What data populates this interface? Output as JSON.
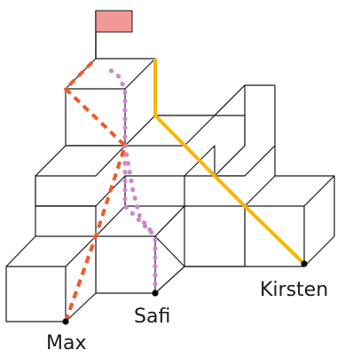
{
  "labels": {
    "max": "Max",
    "safi": "Safi",
    "kirsten": "Kirsten"
  },
  "paths": [
    {
      "person": "Max",
      "style": "dashed",
      "color": "#f05a28"
    },
    {
      "person": "Safi",
      "style": "dotted",
      "color": "#cc88cc"
    },
    {
      "person": "Kirsten",
      "style": "solid",
      "color": "#f5b800"
    }
  ],
  "flag": {
    "color": "#f29898"
  },
  "colors": {
    "outline": "#1a1a1a",
    "point": "#000000"
  }
}
